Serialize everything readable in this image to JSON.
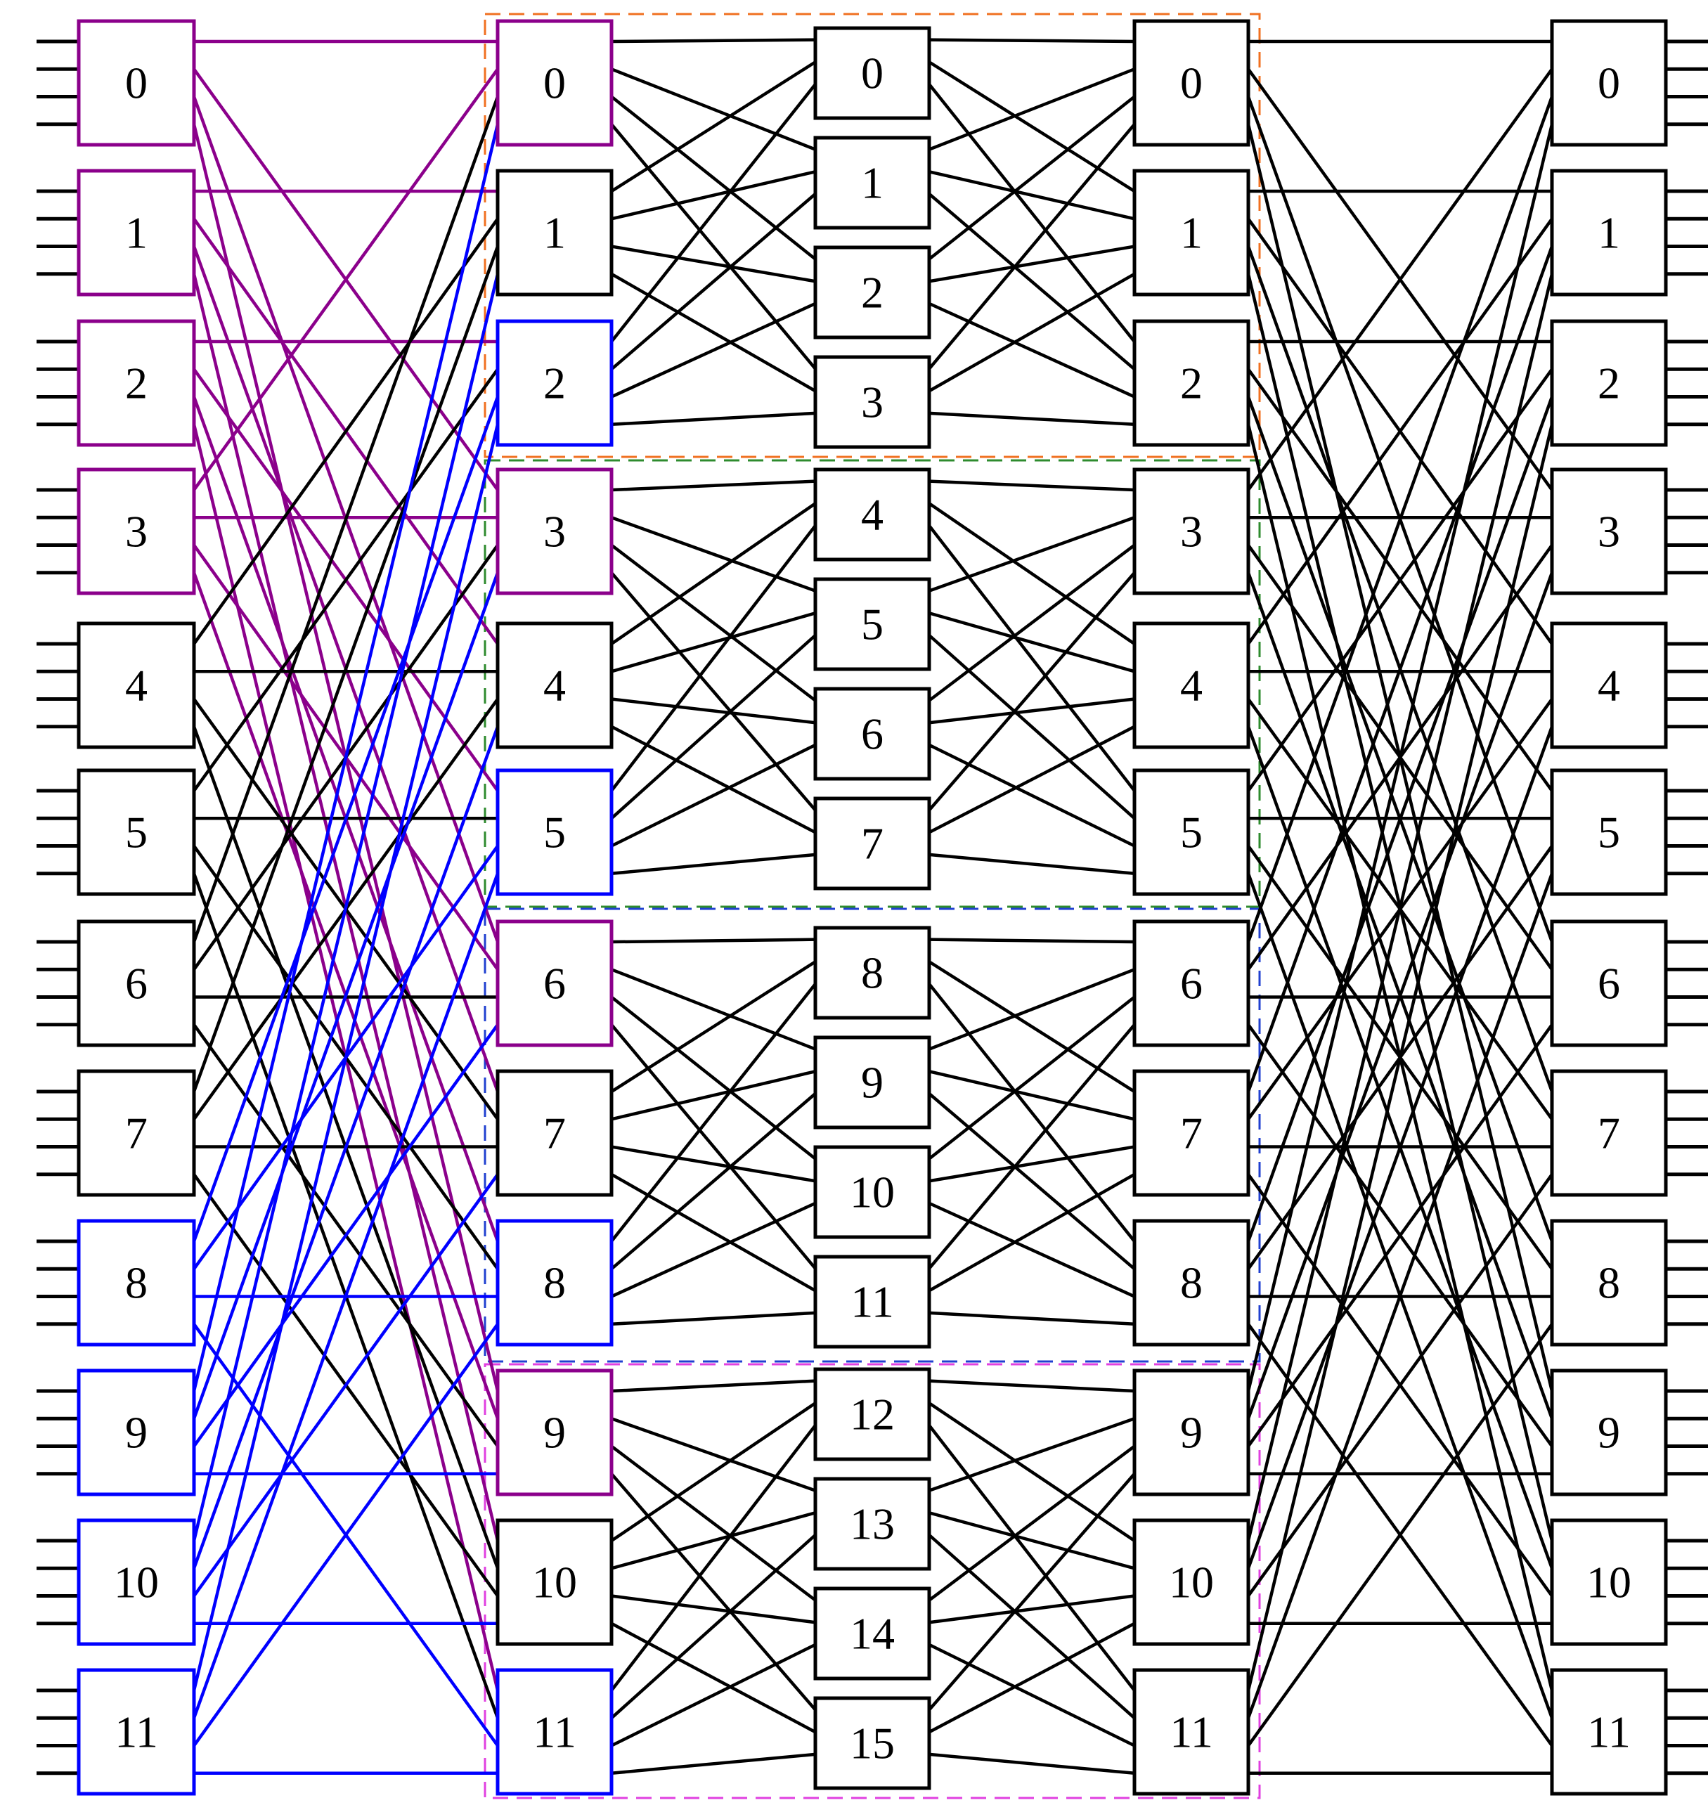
{
  "columns": {
    "ingress": {
      "labels": [
        "0",
        "1",
        "2",
        "3",
        "4",
        "5",
        "6",
        "7",
        "8",
        "9",
        "10",
        "11"
      ]
    },
    "stage1": {
      "labels": [
        "0",
        "1",
        "2",
        "3",
        "4",
        "5",
        "6",
        "7",
        "8",
        "9",
        "10",
        "11"
      ]
    },
    "middle": {
      "labels": [
        "0",
        "1",
        "2",
        "3",
        "4",
        "5",
        "6",
        "7",
        "8",
        "9",
        "10",
        "11",
        "12",
        "13",
        "14",
        "15"
      ]
    },
    "stage3": {
      "labels": [
        "0",
        "1",
        "2",
        "3",
        "4",
        "5",
        "6",
        "7",
        "8",
        "9",
        "10",
        "11"
      ]
    },
    "egress": {
      "labels": [
        "0",
        "1",
        "2",
        "3",
        "4",
        "5",
        "6",
        "7",
        "8",
        "9",
        "10",
        "11"
      ]
    }
  },
  "colors": {
    "purple": "#8B008B",
    "blue": "#0000FF",
    "black": "#000000",
    "group_frames": [
      "#F07020",
      "#2E8B2E",
      "#2040D0",
      "#E040E0"
    ]
  },
  "highlight": {
    "ingress_purple": [
      0,
      1,
      2,
      3
    ],
    "ingress_blue": [
      8,
      9,
      10,
      11
    ],
    "stage1_purple": [
      0,
      3,
      6,
      9
    ],
    "stage1_blue": [
      2,
      5,
      8,
      11
    ]
  }
}
